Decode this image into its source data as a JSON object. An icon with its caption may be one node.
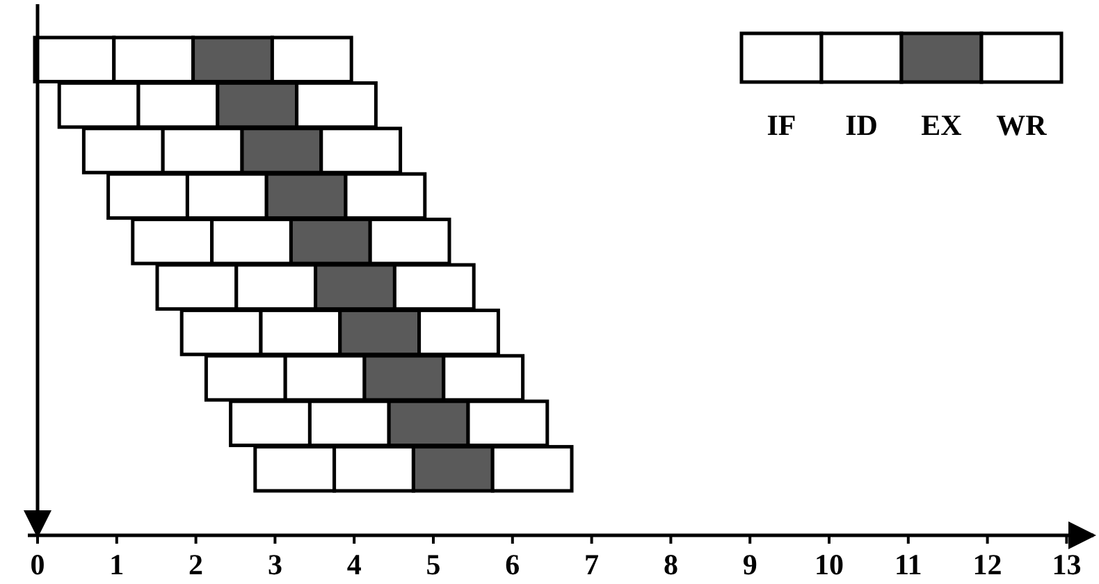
{
  "diagram": {
    "legend": [
      {
        "text": "IF",
        "color": "#ffffff"
      },
      {
        "text": "ID",
        "color": "#ffffff"
      },
      {
        "text": "EX",
        "color": "#5a5a5a"
      },
      {
        "text": "WR",
        "color": "#ffffff"
      }
    ],
    "labels": [
      "0",
      "1",
      "2",
      "3",
      "4",
      "5",
      "6",
      "7",
      "8",
      "9",
      "10",
      "11",
      "12",
      "13"
    ]
  }
}
